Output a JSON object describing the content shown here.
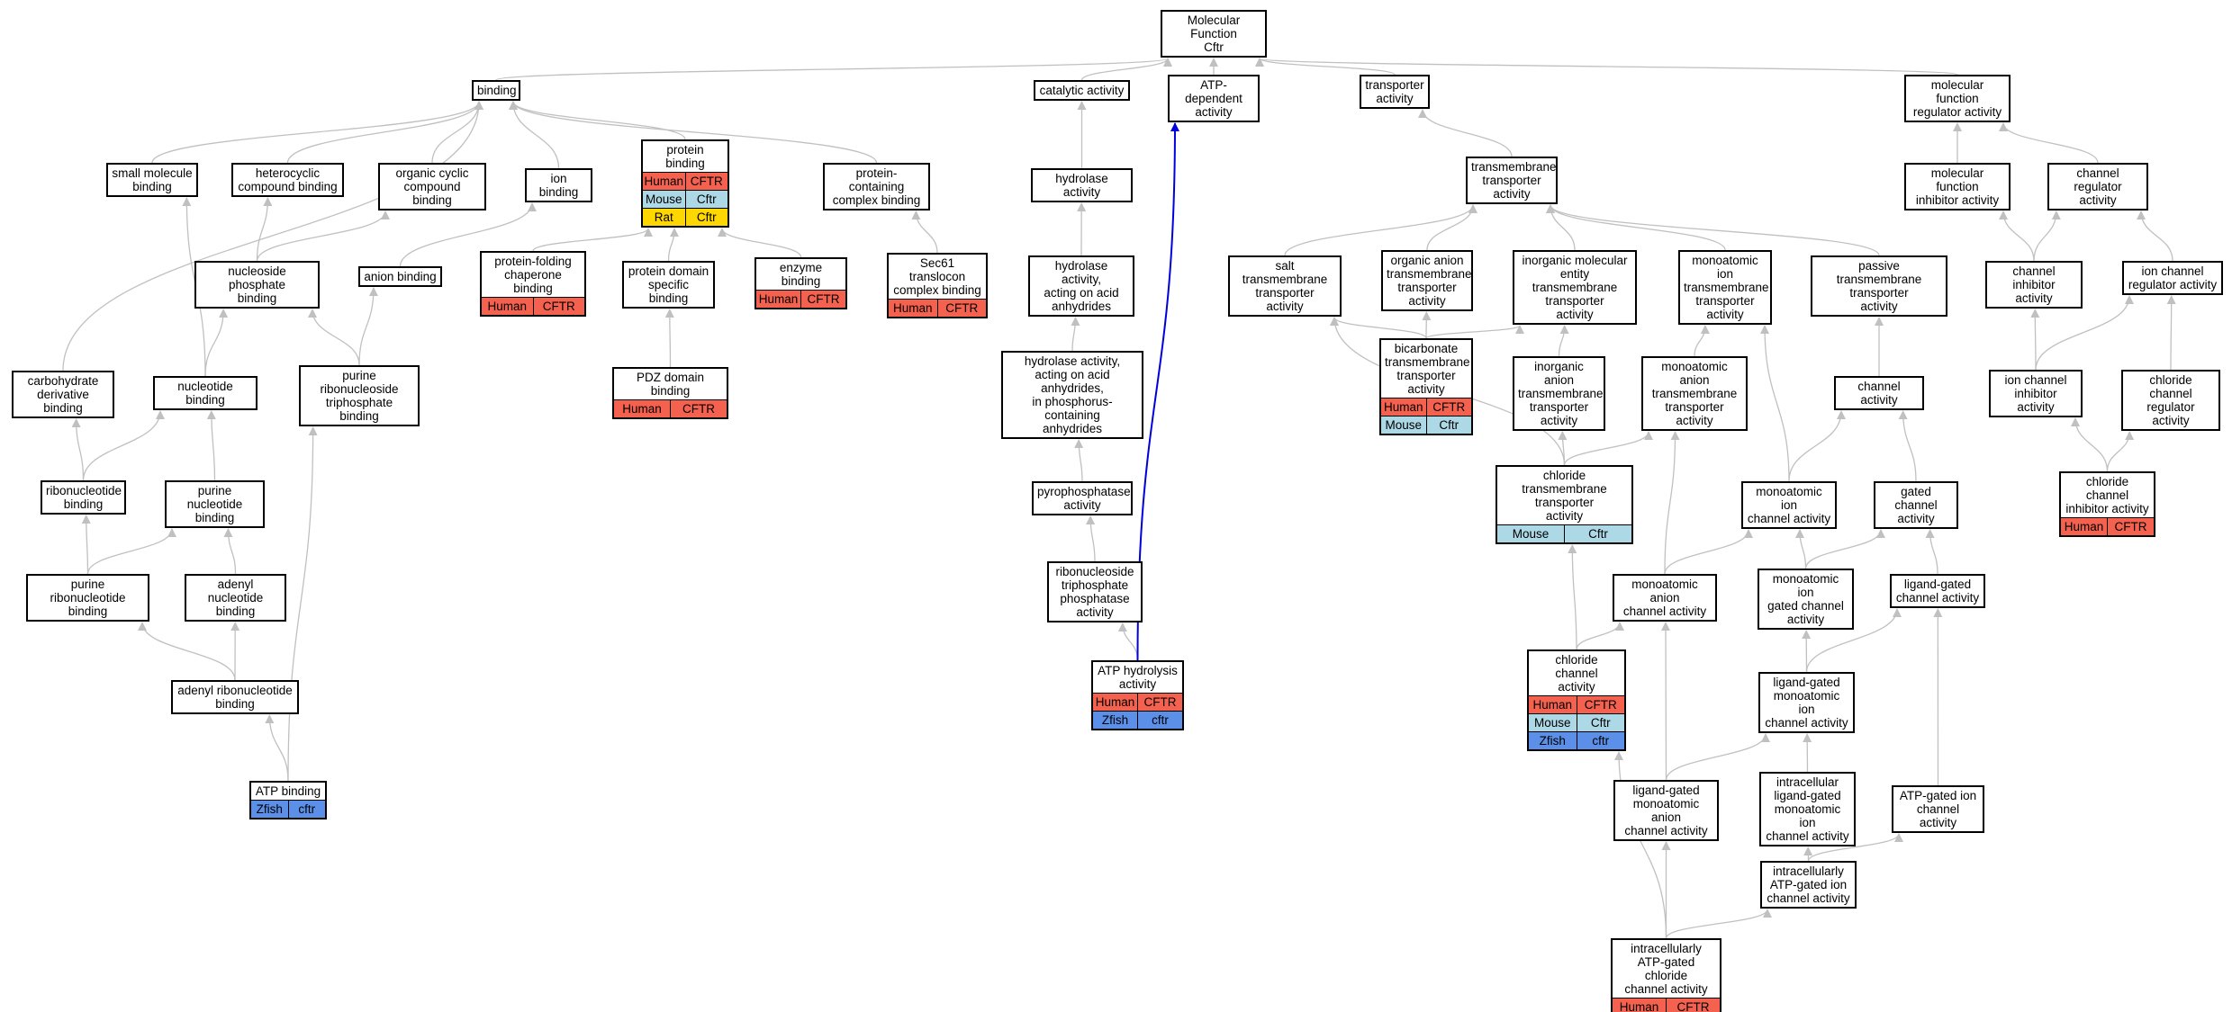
{
  "colors": {
    "Human": "#f4614e",
    "Mouse": "#add8e6",
    "Rat": "#ffd700",
    "Zfish": "#5b8fe8",
    "edge": "#c0c0c0",
    "highlight_edge": "#0000dd"
  },
  "nodes": [
    {
      "id": "mf",
      "label": "Molecular Function\nCftr"
    },
    {
      "id": "binding",
      "label": "binding"
    },
    {
      "id": "catalytic",
      "label": "catalytic activity"
    },
    {
      "id": "atpdep",
      "label": "ATP-dependent\nactivity"
    },
    {
      "id": "transporter",
      "label": "transporter\nactivity"
    },
    {
      "id": "mfreg",
      "label": "molecular function\nregulator activity"
    },
    {
      "id": "smallmol",
      "label": "small molecule\nbinding"
    },
    {
      "id": "heterocyclic",
      "label": "heterocyclic\ncompound binding"
    },
    {
      "id": "orgcyclic",
      "label": "organic cyclic\ncompound binding"
    },
    {
      "id": "ionbind",
      "label": "ion binding"
    },
    {
      "id": "protbind",
      "label": "protein binding",
      "rows": [
        [
          "Human",
          "CFTR"
        ],
        [
          "Mouse",
          "Cftr"
        ],
        [
          "Rat",
          "Cftr"
        ]
      ]
    },
    {
      "id": "protcomplex",
      "label": "protein-containing\ncomplex binding"
    },
    {
      "id": "hydrolase",
      "label": "hydrolase activity"
    },
    {
      "id": "tmtransporter",
      "label": "transmembrane\ntransporter\nactivity"
    },
    {
      "id": "mfinhib",
      "label": "molecular function\ninhibitor activity"
    },
    {
      "id": "chanreg",
      "label": "channel regulator\nactivity"
    },
    {
      "id": "nucphos",
      "label": "nucleoside phosphate\nbinding"
    },
    {
      "id": "anionbind",
      "label": "anion binding"
    },
    {
      "id": "protfold",
      "label": "protein-folding\nchaperone binding",
      "rows": [
        [
          "Human",
          "CFTR"
        ]
      ]
    },
    {
      "id": "protdomain",
      "label": "protein domain\nspecific binding"
    },
    {
      "id": "enzyme",
      "label": "enzyme binding",
      "rows": [
        [
          "Human",
          "CFTR"
        ]
      ]
    },
    {
      "id": "sec61",
      "label": "Sec61 translocon\ncomplex binding",
      "rows": [
        [
          "Human",
          "CFTR"
        ]
      ]
    },
    {
      "id": "hydanhyd",
      "label": "hydrolase activity,\nacting on acid\nanhydrides"
    },
    {
      "id": "salttm",
      "label": "salt transmembrane\ntransporter\nactivity"
    },
    {
      "id": "organion",
      "label": "organic anion\ntransmembrane\ntransporter\nactivity"
    },
    {
      "id": "inorgmol",
      "label": "inorganic molecular\nentity transmembrane\ntransporter\nactivity"
    },
    {
      "id": "monoiontm",
      "label": "monoatomic ion\ntransmembrane\ntransporter\nactivity"
    },
    {
      "id": "passive",
      "label": "passive transmembrane\ntransporter\nactivity"
    },
    {
      "id": "chaninhib",
      "label": "channel inhibitor\nactivity"
    },
    {
      "id": "ionchanreg",
      "label": "ion channel\nregulator activity"
    },
    {
      "id": "carbo",
      "label": "carbohydrate\nderivative binding"
    },
    {
      "id": "nucleotide",
      "label": "nucleotide binding"
    },
    {
      "id": "purribtri",
      "label": "purine ribonucleoside\ntriphosphate\nbinding"
    },
    {
      "id": "pdz",
      "label": "PDZ domain binding",
      "rows": [
        [
          "Human",
          "CFTR"
        ]
      ]
    },
    {
      "id": "hydphos",
      "label": "hydrolase activity,\nacting on acid\nanhydrides,\nin phosphorus-containing\nanhydrides"
    },
    {
      "id": "bicarb",
      "label": "bicarbonate\ntransmembrane\ntransporter\nactivity",
      "rows": [
        [
          "Human",
          "CFTR"
        ],
        [
          "Mouse",
          "Cftr"
        ]
      ]
    },
    {
      "id": "inorganion",
      "label": "inorganic anion\ntransmembrane\ntransporter\nactivity"
    },
    {
      "id": "monoaniontm",
      "label": "monoatomic anion\ntransmembrane\ntransporter\nactivity"
    },
    {
      "id": "chanact",
      "label": "channel activity"
    },
    {
      "id": "ionchaninhib",
      "label": "ion channel\ninhibitor activity"
    },
    {
      "id": "clchanreg",
      "label": "chloride channel\nregulator activity"
    },
    {
      "id": "ribonuc",
      "label": "ribonucleotide\nbinding"
    },
    {
      "id": "purnuc",
      "label": "purine nucleotide\nbinding"
    },
    {
      "id": "pyrophos",
      "label": "pyrophosphatase\nactivity"
    },
    {
      "id": "cltm",
      "label": "chloride transmembrane\ntransporter\nactivity",
      "rows": [
        [
          "Mouse",
          "Cftr"
        ]
      ]
    },
    {
      "id": "monoionchan",
      "label": "monoatomic ion\nchannel activity"
    },
    {
      "id": "gatedchan",
      "label": "gated channel\nactivity"
    },
    {
      "id": "clchaninhib",
      "label": "chloride channel\ninhibitor activity",
      "rows": [
        [
          "Human",
          "CFTR"
        ]
      ]
    },
    {
      "id": "purribbind",
      "label": "purine ribonucleotide\nbinding"
    },
    {
      "id": "adenylnuc",
      "label": "adenyl nucleotide\nbinding"
    },
    {
      "id": "rntriphos",
      "label": "ribonucleoside\ntriphosphate\nphosphatase\nactivity"
    },
    {
      "id": "monoanionchan",
      "label": "monoatomic anion\nchannel activity"
    },
    {
      "id": "monoiongated",
      "label": "monoatomic ion\ngated channel\nactivity"
    },
    {
      "id": "ligandgated",
      "label": "ligand-gated\nchannel activity"
    },
    {
      "id": "adenylribo",
      "label": "adenyl ribonucleotide\nbinding"
    },
    {
      "id": "atphydro",
      "label": "ATP hydrolysis\nactivity",
      "rows": [
        [
          "Human",
          "CFTR"
        ],
        [
          "Zfish",
          "cftr"
        ]
      ]
    },
    {
      "id": "clchan",
      "label": "chloride channel\nactivity",
      "rows": [
        [
          "Human",
          "CFTR"
        ],
        [
          "Mouse",
          "Cftr"
        ],
        [
          "Zfish",
          "cftr"
        ]
      ]
    },
    {
      "id": "liggatedmono",
      "label": "ligand-gated\nmonoatomic ion\nchannel activity"
    },
    {
      "id": "atpbind",
      "label": "ATP binding",
      "rows": [
        [
          "Zfish",
          "cftr"
        ]
      ]
    },
    {
      "id": "liggatedanion",
      "label": "ligand-gated\nmonoatomic anion\nchannel activity"
    },
    {
      "id": "intraligmono",
      "label": "intracellular\nligand-gated\nmonoatomic ion\nchannel activity"
    },
    {
      "id": "atpgatedion",
      "label": "ATP-gated ion\nchannel activity"
    },
    {
      "id": "intraatpion",
      "label": "intracellularly\nATP-gated ion\nchannel activity"
    },
    {
      "id": "intraatpcl",
      "label": "intracellularly\nATP-gated chloride\nchannel activity",
      "rows": [
        [
          "Human",
          "CFTR"
        ]
      ]
    }
  ],
  "edges": [
    [
      "binding",
      "mf"
    ],
    [
      "catalytic",
      "mf"
    ],
    [
      "atpdep",
      "mf"
    ],
    [
      "transporter",
      "mf"
    ],
    [
      "mfreg",
      "mf"
    ],
    [
      "smallmol",
      "binding"
    ],
    [
      "heterocyclic",
      "binding"
    ],
    [
      "orgcyclic",
      "binding"
    ],
    [
      "ionbind",
      "binding"
    ],
    [
      "protbind",
      "binding"
    ],
    [
      "protcomplex",
      "binding"
    ],
    [
      "carbo",
      "binding"
    ],
    [
      "hydrolase",
      "catalytic"
    ],
    [
      "tmtransporter",
      "transporter"
    ],
    [
      "mfinhib",
      "mfreg"
    ],
    [
      "chanreg",
      "mfreg"
    ],
    [
      "nucphos",
      "heterocyclic"
    ],
    [
      "nucphos",
      "orgcyclic"
    ],
    [
      "anionbind",
      "ionbind"
    ],
    [
      "protfold",
      "protbind"
    ],
    [
      "protdomain",
      "protbind"
    ],
    [
      "enzyme",
      "protbind"
    ],
    [
      "sec61",
      "protcomplex"
    ],
    [
      "hydanhyd",
      "hydrolase"
    ],
    [
      "salttm",
      "tmtransporter"
    ],
    [
      "organion",
      "tmtransporter"
    ],
    [
      "inorgmol",
      "tmtransporter"
    ],
    [
      "monoiontm",
      "tmtransporter"
    ],
    [
      "passive",
      "tmtransporter"
    ],
    [
      "chaninhib",
      "mfinhib"
    ],
    [
      "chaninhib",
      "chanreg"
    ],
    [
      "ionchanreg",
      "chanreg"
    ],
    [
      "nucleotide",
      "smallmol"
    ],
    [
      "nucleotide",
      "nucphos"
    ],
    [
      "purribtri",
      "nucphos"
    ],
    [
      "purribtri",
      "anionbind"
    ],
    [
      "pdz",
      "protdomain"
    ],
    [
      "hydphos",
      "hydanhyd"
    ],
    [
      "bicarb",
      "salttm"
    ],
    [
      "bicarb",
      "organion"
    ],
    [
      "bicarb",
      "inorgmol"
    ],
    [
      "inorganion",
      "inorgmol"
    ],
    [
      "monoaniontm",
      "monoiontm"
    ],
    [
      "chanact",
      "passive"
    ],
    [
      "ionchaninhib",
      "chaninhib"
    ],
    [
      "ionchaninhib",
      "ionchanreg"
    ],
    [
      "clchanreg",
      "ionchanreg"
    ],
    [
      "ribonuc",
      "carbo"
    ],
    [
      "ribonuc",
      "nucleotide"
    ],
    [
      "purnuc",
      "nucleotide"
    ],
    [
      "pyrophos",
      "hydphos"
    ],
    [
      "cltm",
      "salttm"
    ],
    [
      "cltm",
      "inorganion"
    ],
    [
      "cltm",
      "monoaniontm"
    ],
    [
      "monoionchan",
      "monoiontm"
    ],
    [
      "monoionchan",
      "chanact"
    ],
    [
      "gatedchan",
      "chanact"
    ],
    [
      "clchaninhib",
      "ionchaninhib"
    ],
    [
      "clchaninhib",
      "clchanreg"
    ],
    [
      "purribbind",
      "ribonuc"
    ],
    [
      "purribbind",
      "purnuc"
    ],
    [
      "adenylnuc",
      "purnuc"
    ],
    [
      "rntriphos",
      "pyrophos"
    ],
    [
      "monoanionchan",
      "monoaniontm"
    ],
    [
      "monoanionchan",
      "monoionchan"
    ],
    [
      "monoiongated",
      "monoionchan"
    ],
    [
      "monoiongated",
      "gatedchan"
    ],
    [
      "ligandgated",
      "gatedchan"
    ],
    [
      "adenylribo",
      "purribbind"
    ],
    [
      "adenylribo",
      "adenylnuc"
    ],
    [
      "atphydro",
      "rntriphos"
    ],
    [
      "atphydro",
      "atpdep"
    ],
    [
      "clchan",
      "cltm"
    ],
    [
      "clchan",
      "monoanionchan"
    ],
    [
      "liggatedmono",
      "monoiongated"
    ],
    [
      "liggatedmono",
      "ligandgated"
    ],
    [
      "atpbind",
      "adenylribo"
    ],
    [
      "atpbind",
      "purribtri"
    ],
    [
      "liggatedanion",
      "monoanionchan"
    ],
    [
      "liggatedanion",
      "liggatedmono"
    ],
    [
      "intraligmono",
      "liggatedmono"
    ],
    [
      "atpgatedion",
      "ligandgated"
    ],
    [
      "intraatpion",
      "intraligmono"
    ],
    [
      "intraatpion",
      "atpgatedion"
    ],
    [
      "intraatpcl",
      "liggatedanion"
    ],
    [
      "intraatpcl",
      "intraatpion"
    ],
    [
      "intraatpcl",
      "clchan"
    ]
  ],
  "highlight_edges": [
    [
      "atphydro",
      "atpdep"
    ]
  ]
}
